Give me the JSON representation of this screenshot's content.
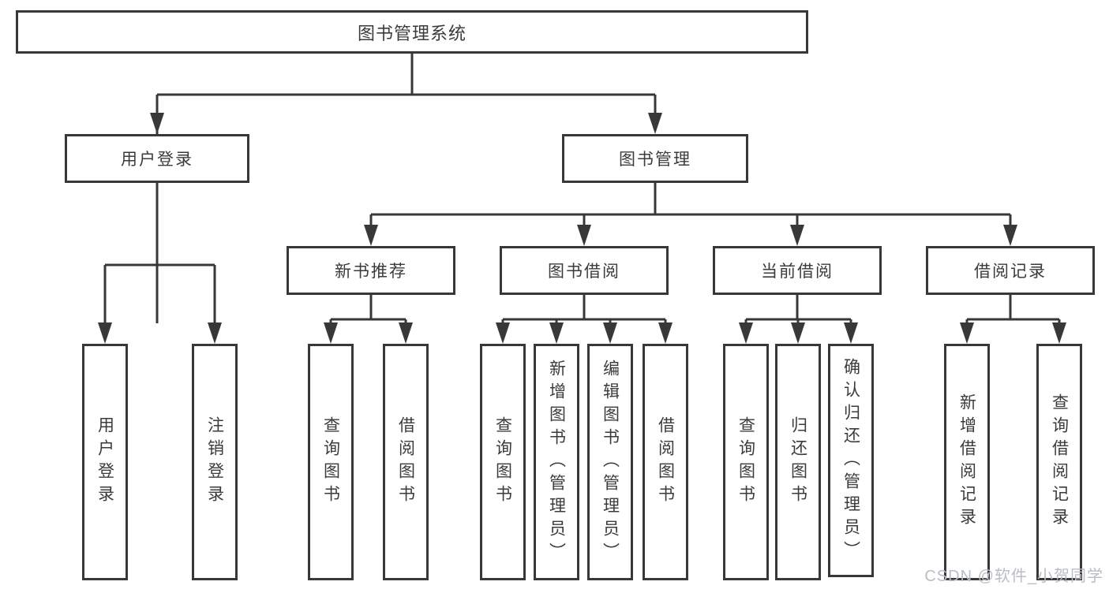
{
  "colors": {
    "line": "#383838",
    "box_border": "#383838",
    "text": "#3b3b3b",
    "watermark": "#b9bdc4",
    "background": "#ffffff"
  },
  "watermark": {
    "text": "CSDN @软件_小贺同学"
  },
  "tree": {
    "label": "图书管理系统",
    "children": [
      {
        "label": "用户登录",
        "children": [
          {
            "label": "用户登录"
          },
          {
            "label": "注销登录"
          }
        ]
      },
      {
        "label": "图书管理",
        "children": [
          {
            "label": "新书推荐",
            "children": [
              {
                "label": "查询图书"
              },
              {
                "label": "借阅图书"
              }
            ]
          },
          {
            "label": "图书借阅",
            "children": [
              {
                "label": "查询图书"
              },
              {
                "label": "新增图书（管理员）"
              },
              {
                "label": "编辑图书（管理员）"
              },
              {
                "label": "借阅图书"
              }
            ]
          },
          {
            "label": "当前借阅",
            "children": [
              {
                "label": "查询图书"
              },
              {
                "label": "归还图书"
              },
              {
                "label": "确认归还（管理员）"
              }
            ]
          },
          {
            "label": "借阅记录",
            "children": [
              {
                "label": "新增借阅记录"
              },
              {
                "label": "查询借阅记录"
              }
            ]
          }
        ]
      }
    ]
  }
}
